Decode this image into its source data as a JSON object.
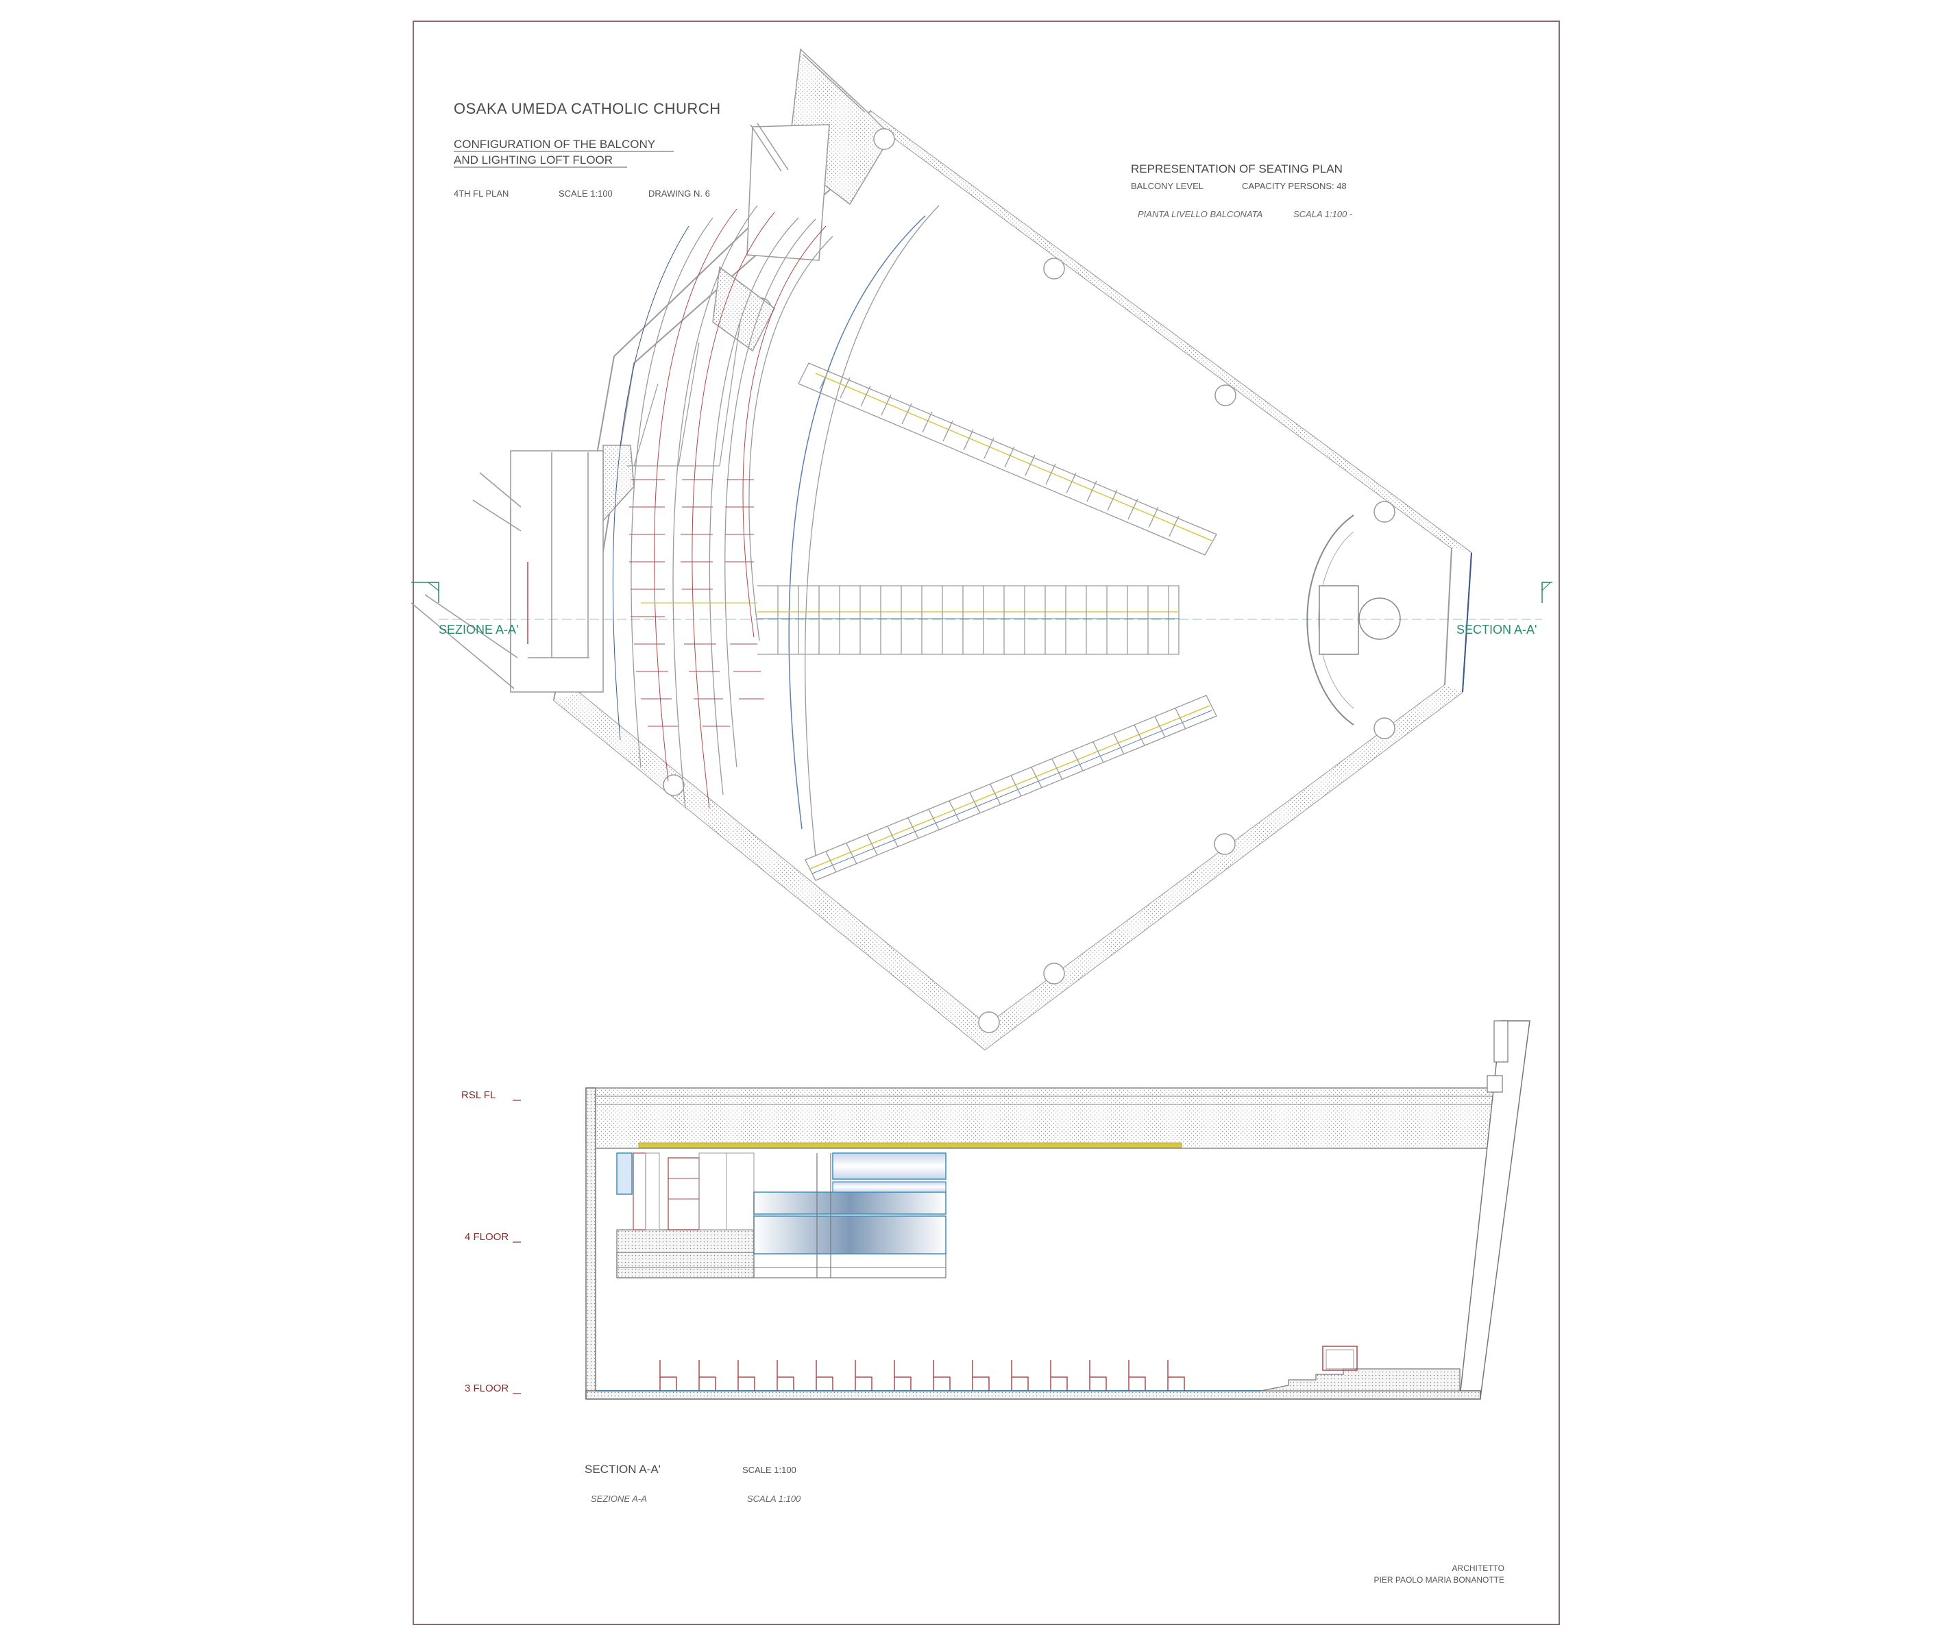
{
  "drawing": {
    "project_title": "OSAKA UMEDA CATHOLIC CHURCH",
    "subtitle_line1": "CONFIGURATION OF THE BALCONY",
    "subtitle_line2": "AND LIGHTING LOFT FLOOR",
    "plan_label": "4TH FL PLAN",
    "plan_scale": "SCALE 1:100",
    "drawing_no": "DRAWING N. 6"
  },
  "seating": {
    "heading": "REPRESENTATION OF SEATING PLAN",
    "level": "BALCONY LEVEL",
    "capacity": "CAPACITY PERSONS: 48",
    "italian_label": "PIANTA LIVELLO BALCONATA",
    "italian_scale": "SCALA 1:100 -"
  },
  "plan_marks": {
    "section_left": "SEZIONE A-A'",
    "section_right": "SECTION A-A'"
  },
  "section": {
    "levels": [
      "RSL FL",
      "4 FLOOR",
      "3 FLOOR"
    ],
    "caption": "SECTION A-A'",
    "caption_scale": "SCALE 1:100",
    "caption_it": "SEZIONE A-A",
    "caption_it_scale": "SCALA 1:100"
  },
  "architect": {
    "role": "ARCHITETTO",
    "name": "PIER PAOLO MARIA BONANOTTE"
  },
  "colors": {
    "border": "#8a6a7a",
    "wall": "#9a9a9a",
    "seat_yellow": "#d8c84a",
    "seat_blue": "#5a7fb0",
    "seat_red": "#b04848",
    "section_green": "#2e8a6e",
    "level_red": "#8b2a2a"
  }
}
